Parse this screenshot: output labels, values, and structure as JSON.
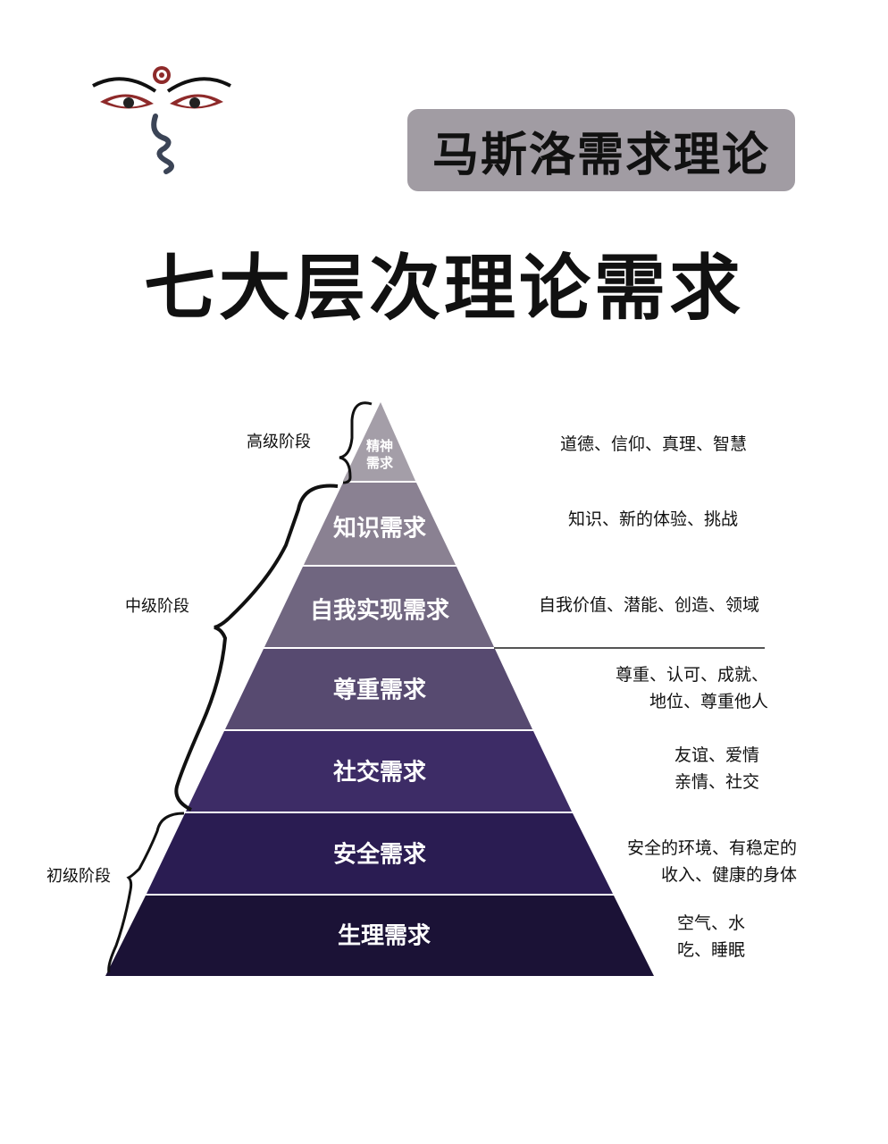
{
  "badge_title": "马斯洛需求理论",
  "main_title": "七大层次理论需求",
  "stages": {
    "high": "高级阶段",
    "middle": "中级阶段",
    "primary": "初级阶段"
  },
  "levels": [
    {
      "label_line1": "精神",
      "label_line2": "需求",
      "desc_line1": "道德、信仰、真理、智慧",
      "desc_line2": "",
      "color": "#a49ea8"
    },
    {
      "label_line1": "知识需求",
      "label_line2": "",
      "desc_line1": "知识、新的体验、挑战",
      "desc_line2": "",
      "color": "#8a8192"
    },
    {
      "label_line1": "自我实现需求",
      "label_line2": "",
      "desc_line1": "自我价值、潜能、创造、领域",
      "desc_line2": "",
      "color": "#706680"
    },
    {
      "label_line1": "尊重需求",
      "label_line2": "",
      "desc_line1": "尊重、认可、成就、",
      "desc_line2": "地位、尊重他人",
      "color": "#574a70"
    },
    {
      "label_line1": "社交需求",
      "label_line2": "",
      "desc_line1": "友谊、爱情",
      "desc_line2": "亲情、社交",
      "color": "#3d2c66"
    },
    {
      "label_line1": "安全需求",
      "label_line2": "",
      "desc_line1": "安全的环境、有稳定的",
      "desc_line2": "收入、健康的身体",
      "color": "#2a1c52"
    },
    {
      "label_line1": "生理需求",
      "label_line2": "",
      "desc_line1": "空气、水",
      "desc_line2": "吃、睡眠",
      "color": "#1b1236"
    }
  ]
}
